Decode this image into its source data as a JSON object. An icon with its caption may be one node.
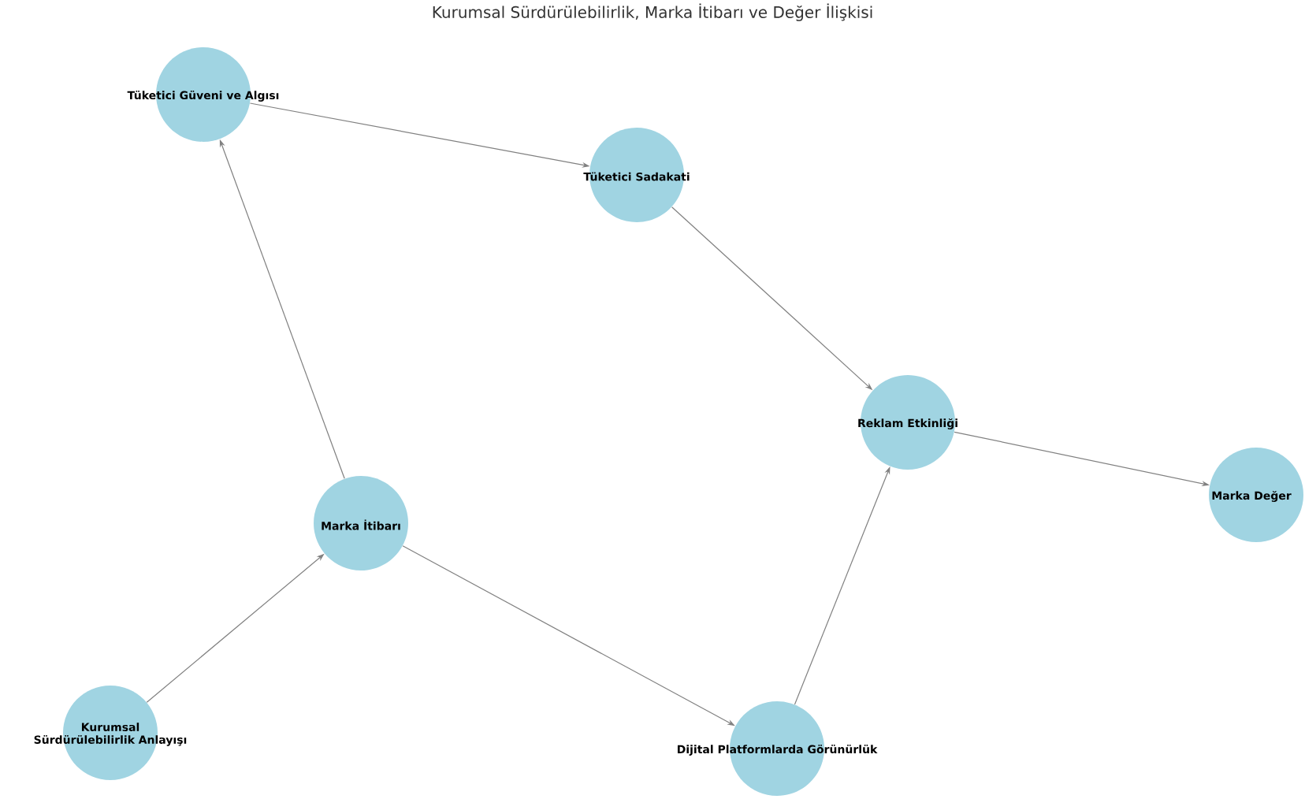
{
  "diagram": {
    "title": "Kurumsal Sürdürülebilirlik, Marka İtibarı ve Değer İlişkisi",
    "nodes": [
      {
        "text": [
          "Kurumsal Sürdürülebilirlik Anlayışı"
        ]
      },
      {
        "text": [
          "Marka İtibarı"
        ]
      },
      {
        "text": [
          "Tüketici Güveni ve Algısı"
        ]
      },
      {
        "text": [
          "Tüketici Sadakati"
        ]
      },
      {
        "text": [
          "Dijital Platformlarda Görünürlük"
        ]
      },
      {
        "text": [
          "Reklam Etkinliği"
        ]
      },
      {
        "text": [
          "Marka Değer"
        ]
      }
    ],
    "edges": [
      {
        "from": 0,
        "to": 1,
        "arrow": "to"
      },
      {
        "from": 1,
        "to": 2,
        "arrow": "to"
      },
      {
        "from": 2,
        "to": 3,
        "arrow": "to"
      },
      {
        "from": 3,
        "to": 5,
        "arrow": "to"
      },
      {
        "from": 1,
        "to": 4,
        "arrow": "to"
      },
      {
        "from": 4,
        "to": 5,
        "arrow": "to"
      },
      {
        "from": 5,
        "to": 6,
        "arrow": "to"
      }
    ]
  }
}
